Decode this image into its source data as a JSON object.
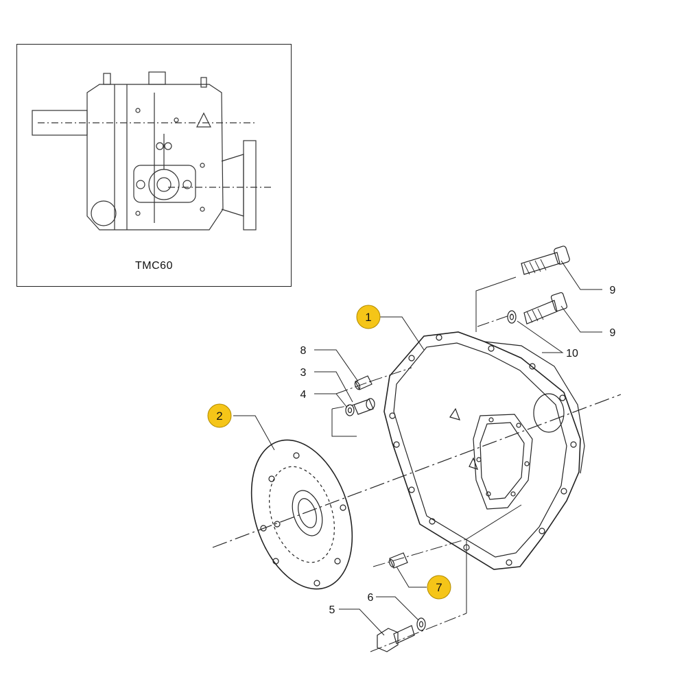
{
  "inset": {
    "caption": "TMC60"
  },
  "callouts": {
    "part_1": "1",
    "part_2": "2",
    "part_3": "3",
    "part_4": "4",
    "part_5": "5",
    "part_6": "6",
    "part_7": "7",
    "part_8": "8",
    "part_9a": "9",
    "part_9b": "9",
    "part_10": "10"
  },
  "colors": {
    "highlight": "#f5c518",
    "highlight_border": "#b08a00",
    "line": "#222222"
  }
}
